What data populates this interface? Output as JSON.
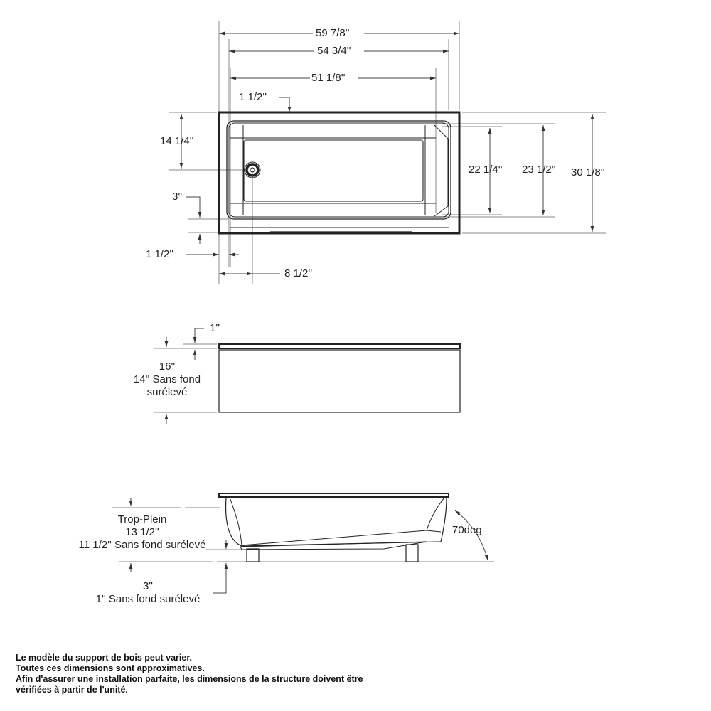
{
  "top_view": {
    "dimensions": {
      "overall_length": "59 7/8''",
      "rim_length": "54 3/4''",
      "interior_length": "51 1/8''",
      "top_flange": "1 1/2''",
      "drain_offset_from_back": "14 1/4''",
      "front_apron": "3''",
      "side_flange": "1 1/2''",
      "drain_offset_from_side": "8 1/2''",
      "interior_width": "22 1/4''",
      "rim_width": "23 1/2''",
      "overall_width": "30 1/8''"
    }
  },
  "front_view": {
    "top_rim": "1''",
    "height": "16''",
    "height_alt_line1": "14'' Sans fond",
    "height_alt_line2": "surélevé"
  },
  "side_view": {
    "overflow_label": "Trop-Plein",
    "overflow_height": "13 1/2''",
    "overflow_height_alt": "11 1/2'' Sans fond surélevé",
    "base_height": "3''",
    "base_height_alt": "1'' Sans fond surélevé",
    "wall_angle": "70deg"
  },
  "notes": [
    "Le modèle du support de bois peut varier.",
    "Toutes ces dimensions sont approximatives.",
    "Afin d'assurer une installation parfaite, les dimensions de la structure doivent être",
    "vérifiées à partir de l'unité."
  ]
}
